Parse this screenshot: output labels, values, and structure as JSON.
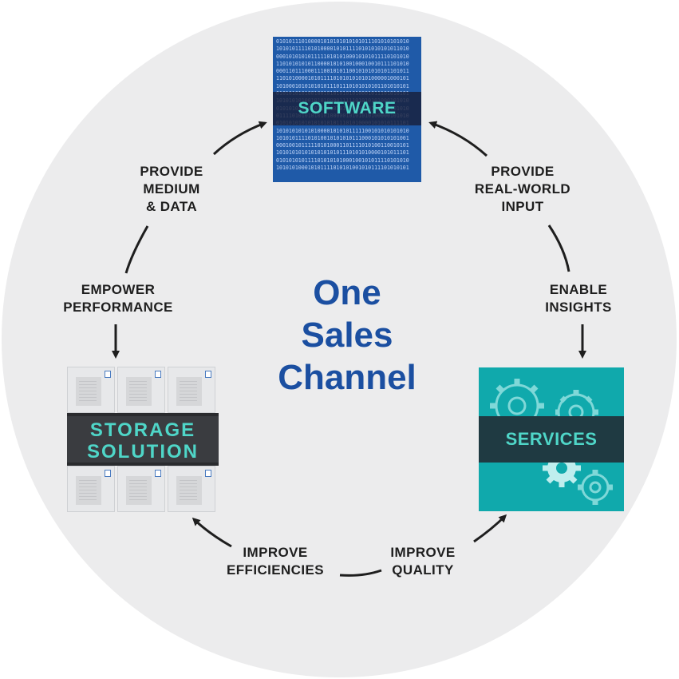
{
  "title_lines": [
    "One",
    "Sales",
    "Channel"
  ],
  "nodes": {
    "software": {
      "label": "SOFTWARE",
      "color": "#1f5aa8"
    },
    "storage": {
      "label_lines": [
        "STORAGE",
        "SOLUTION"
      ],
      "color": "#3a3c40"
    },
    "services": {
      "label": "SERVICES",
      "color": "#10a9ac"
    }
  },
  "edges": {
    "storage_to_software": {
      "lines": [
        "PROVIDE",
        "MEDIUM",
        "& DATA"
      ]
    },
    "empower": {
      "lines": [
        "EMPOWER",
        "PERFORMANCE"
      ]
    },
    "services_to_software": {
      "lines": [
        "PROVIDE",
        "REAL-WORLD",
        "INPUT"
      ]
    },
    "enable": {
      "lines": [
        "ENABLE",
        "INSIGHTS"
      ]
    },
    "to_storage": {
      "lines": [
        "IMPROVE",
        "EFFICIENCIES"
      ]
    },
    "to_services": {
      "lines": [
        "IMPROVE",
        "QUALITY"
      ]
    }
  },
  "colors": {
    "accent_text": "#4fd6c8",
    "title": "#1b4fa1",
    "background_circle": "#ececed"
  }
}
